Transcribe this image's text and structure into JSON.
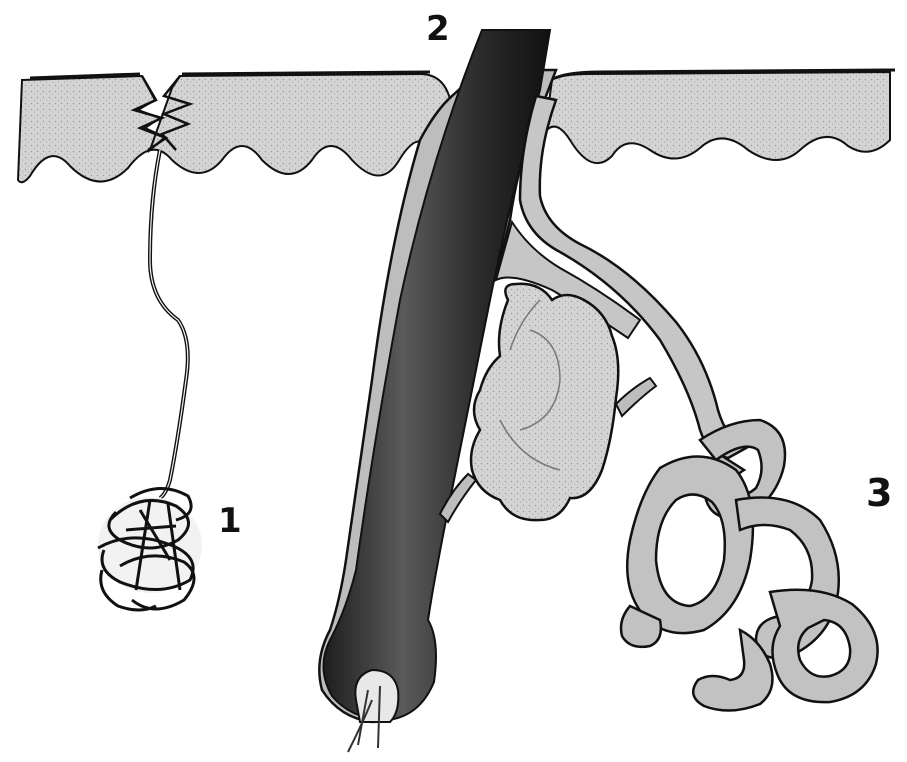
{
  "diagram": {
    "labels": [
      {
        "id": "label-1",
        "text": "1"
      },
      {
        "id": "label-2",
        "text": "2"
      },
      {
        "id": "label-3",
        "text": "3"
      }
    ]
  },
  "colors": {
    "ink": "#111111",
    "skin_fill": "#d2d2d2",
    "hair": "#3a3a3a",
    "gland_fill": "#dedede",
    "tube_fill": "#c4c4c4",
    "background": "#ffffff"
  }
}
